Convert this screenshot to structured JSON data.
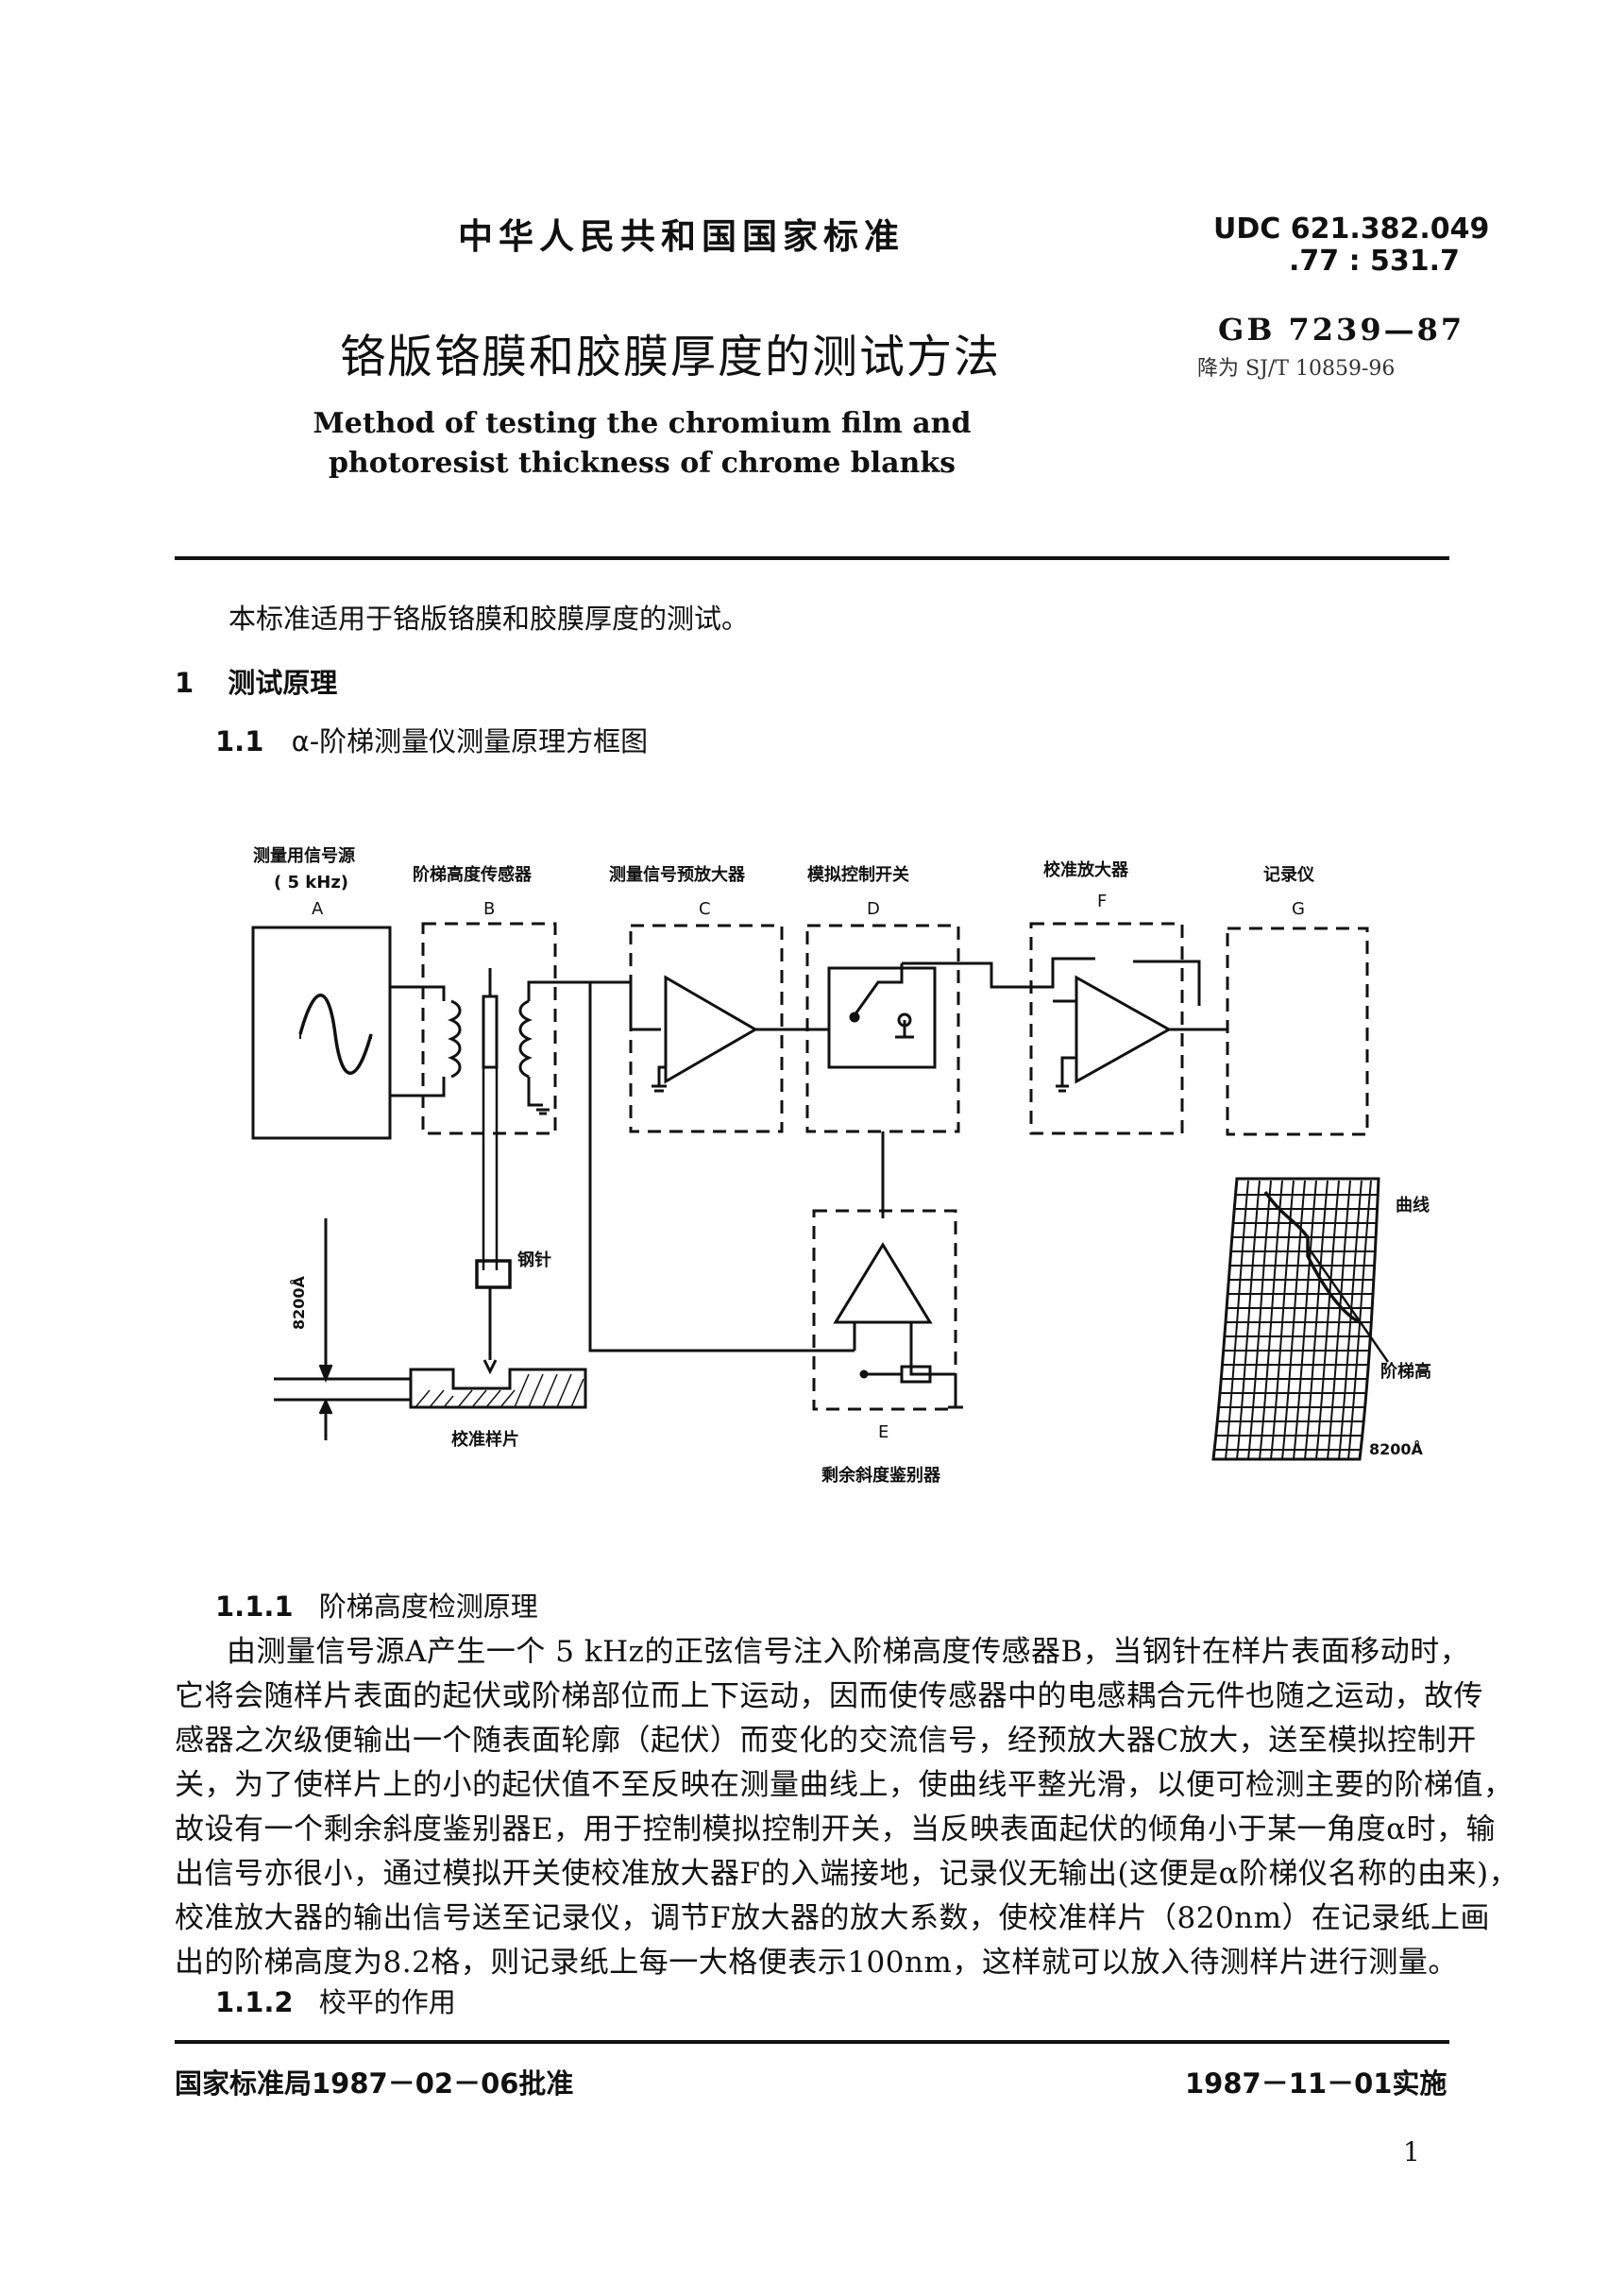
{
  "header": {
    "national_standard": "中华人民共和国国家标准",
    "udc_line1": "UDC 621.382.049",
    "udc_line2": ".77 : 531.7",
    "title_cn": "铬版铬膜和胶膜厚度的测试方法",
    "gb_number": "GB 7239—87",
    "replaced_by": "降为 SJ/T 10859-96",
    "title_en_line1": "Method of testing the chromium film and",
    "title_en_line2": "photoresist thickness of chrome blanks"
  },
  "intro": "本标准适用于铬版铬膜和胶膜厚度的测试。",
  "section1": {
    "number": "1",
    "title": "测试原理",
    "sub_number": "1.1",
    "sub_title": "α-阶梯测量仪测量原理方框图"
  },
  "diagram": {
    "block_a_label1": "测量用信号源",
    "block_a_label2": "( 5 kHz)",
    "block_a_letter": "A",
    "block_b_label": "阶梯高度传感器",
    "block_b_letter": "B",
    "block_c_label": "测量信号预放大器",
    "block_c_letter": "C",
    "block_d_label": "模拟控制开关",
    "block_d_letter": "D",
    "block_f_label": "校准放大器",
    "block_f_letter": "F",
    "block_g_label": "记录仪",
    "block_g_letter": "G",
    "needle_label": "钢针",
    "height_label": "8200Å",
    "sample_label": "校准样片",
    "block_e_letter": "E",
    "block_e_label": "剩余斜度鉴别器",
    "curve_label": "曲线",
    "step_label": "阶梯高",
    "chart_height_label": "8200Å"
  },
  "section111": {
    "number": "1.1.1",
    "title": "阶梯高度检测原理",
    "lines": [
      "由测量信号源A产生一个 5 kHz的正弦信号注入阶梯高度传感器B，当钢针在样片表面移动时，",
      "它将会随样片表面的起伏或阶梯部位而上下运动，因而使传感器中的电感耦合元件也随之运动，故传",
      "感器之次级便输出一个随表面轮廓（起伏）而变化的交流信号，经预放大器C放大，送至模拟控制开",
      "关，为了使样片上的小的起伏值不至反映在测量曲线上，使曲线平整光滑，以便可检测主要的阶梯值，",
      "故设有一个剩余斜度鉴别器E，用于控制模拟控制开关，当反映表面起伏的倾角小于某一角度α时，输",
      "出信号亦很小，通过模拟开关使校准放大器F的入端接地，记录仪无输出(这便是α阶梯仪名称的由来)，",
      "校准放大器的输出信号送至记录仪，调节F放大器的放大系数，使校准样片（820nm）在记录纸上画",
      "出的阶梯高度为8.2格，则记录纸上每一大格便表示100nm，这样就可以放入待测样片进行测量。"
    ]
  },
  "section112": {
    "number": "1.1.2",
    "title": "校平的作用"
  },
  "footer": {
    "approved": "国家标准局1987－02－06批准",
    "effective": "1987－11－01实施",
    "page_number": "1"
  }
}
